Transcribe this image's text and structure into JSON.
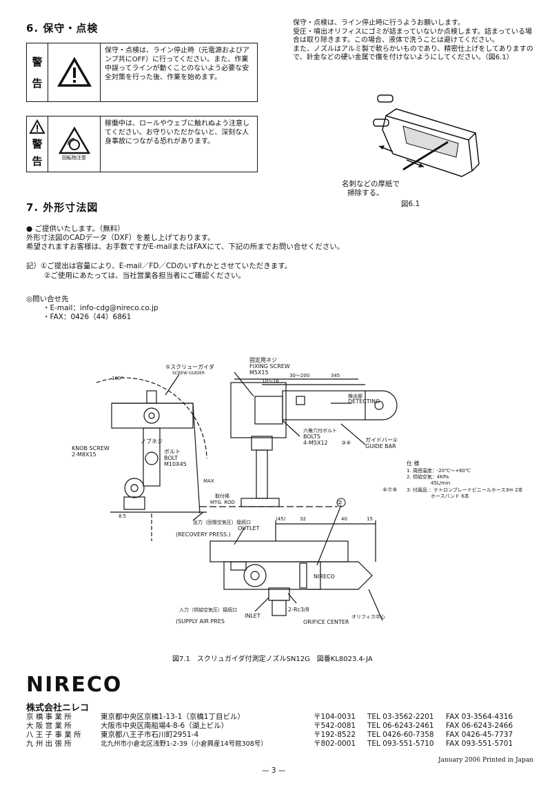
{
  "sec6": {
    "title": "6. 保守・点検",
    "warn1": {
      "label_top": "警",
      "label_bottom": "告",
      "text": "保守・点検は、ライン停止時（元電源およびアンプ共にOFF）に行ってください。また、作業中誤ってラインが動くことのないよう必要な安全対策を行った後、作業を始めます。"
    },
    "warn2": {
      "label_top": "警",
      "label_bottom": "告",
      "icon_caption": "回転物注意",
      "text": "稼働中は、ロールやウェブに触れぬよう注意してください。お守りいただかないと、深刻な人身事故につながる恐れがあります。"
    },
    "right_text": "保守・点検は、ライン停止時に行うようお願いします。\n受圧・噴出オリフィスにゴミが詰まっていないか点検します。詰まっている場合は取り除きます。この場合、液体で洗うことは避けてください。\nまた、ノズルはアルミ製で軟らかいものであり、精密仕上げをしてありますので、針金などの硬い金属で傷を付けないようにしてください。（図6.1）",
    "fig_note_line1": "名刺などの厚紙で",
    "fig_note_line2": "掃除する。",
    "fig_caption": "図6.1"
  },
  "sec7": {
    "title": "7. 外形寸法図",
    "line1": "● ご提供いたします。（無料）",
    "line2": "外形寸法図のCADデータ（DXF）を差し上げております。",
    "line3": "希望されますお客様は、お手数ですがE-mailまたはFAXにて、下記の所までお問い合せください。",
    "note1": "記）①ご提出は容量により、E-mail／FD／CDのいずれかとさせていただきます。",
    "note2": "②ご使用にあたっては、当社営業各担当者にご確認ください。",
    "contact_title": "◎問い合せ先",
    "email": "・E-mail：info-cdg@nireco.co.jp",
    "fax": "・FAX：0426（44）6861"
  },
  "drawing": {
    "labels": {
      "screw_guider": "⑤スクリューガイダ",
      "screw_guider_en": "SCREW GUIDER",
      "fixing_jp": "固定用ネジ",
      "fixing_en": "FIXING SCREW",
      "fixing_size": "M5X15",
      "knob_jp": "ノブネジ",
      "knob_en": "KNOB SCREW",
      "knob_size": "2-M8X15",
      "bolt_jp": "ボルト",
      "bolt_en": "BOLT",
      "bolt_size": "M10X45",
      "hex_jp": "六角穴付ボルト",
      "hex_en": "BOLTS",
      "hex_size": "4-M5X12",
      "hex_ref": "③④",
      "detect_jp": "検出部",
      "detect_en": "DETECTING",
      "guide_bar_jp": "ガイドバー①",
      "guide_bar_en": "GUIDE BAR",
      "mtg_jp": "取付棒",
      "mtg_en": "MTG. ROD",
      "outlet_jp": "出力（回復空気圧）接続口",
      "outlet_en": "OUTLET",
      "recovery": "(RECOVERY PRESS.)",
      "inlet_jp": "入力（供給空気圧）接続口",
      "inlet_en": "INLET",
      "supply": "(SUPPLY AIR PRES",
      "rc": "2-Rc3/8",
      "orifice_jp": "オリフィス中心",
      "orifice_en": "ORIFICE CENTER",
      "nireco_mark": "NIRECO",
      "balloon2": "②",
      "spec_title": "仕 様",
      "spec1": "1. 周囲温度：-20℃〜+60℃",
      "spec2a": "2. 供給空気：4KPa",
      "spec2b": "45L/min",
      "spec3_refs": "⑥⑦⑧",
      "spec3a": "3. 付属品 ：テトロンブレードビニールホース3m 2本",
      "spec3b": "ホースバンド 6本",
      "dims": [
        "345",
        "10〜16",
        "30〜200",
        "(45)",
        "32",
        "40",
        "15",
        "8.5",
        "160°",
        "MAX"
      ]
    },
    "caption": "図7.1　スクリュガイダ付測定ノズルSN12G　図番KL8023.4-JA"
  },
  "company": {
    "logo": "NIRECO",
    "name": "株式会社ニレコ",
    "offices": [
      {
        "name": "京 橋 事 業 所",
        "address": "東京都中央区京橋1-13-1（京橋1丁目ビル）",
        "zip": "〒104-0031",
        "tel": "TEL 03-3562-2201",
        "fax": "FAX 03-3564-4316"
      },
      {
        "name": "大 阪 営 業 所",
        "address": "大阪市中央区南船場4-8-6（湖上ビル）",
        "zip": "〒542-0081",
        "tel": "TEL 06-6243-2461",
        "fax": "FAX 06-6243-2466"
      },
      {
        "name": "八 王 子 事 業 所",
        "address": "東京都八王子市石川町2951-4",
        "zip": "〒192-8522",
        "tel": "TEL 0426-60-7358",
        "fax": "FAX 0426-45-7737"
      },
      {
        "name": "九 州 出 張 所",
        "address": "北九州市小倉北区浅野1-2-39（小倉興産14号館308号）",
        "zip": "〒802-0001",
        "tel": "TEL 093-551-5710",
        "fax": "FAX 093-551-5701"
      }
    ],
    "print_note": "January 2006 Printed in Japan",
    "page": "— 3 —"
  }
}
